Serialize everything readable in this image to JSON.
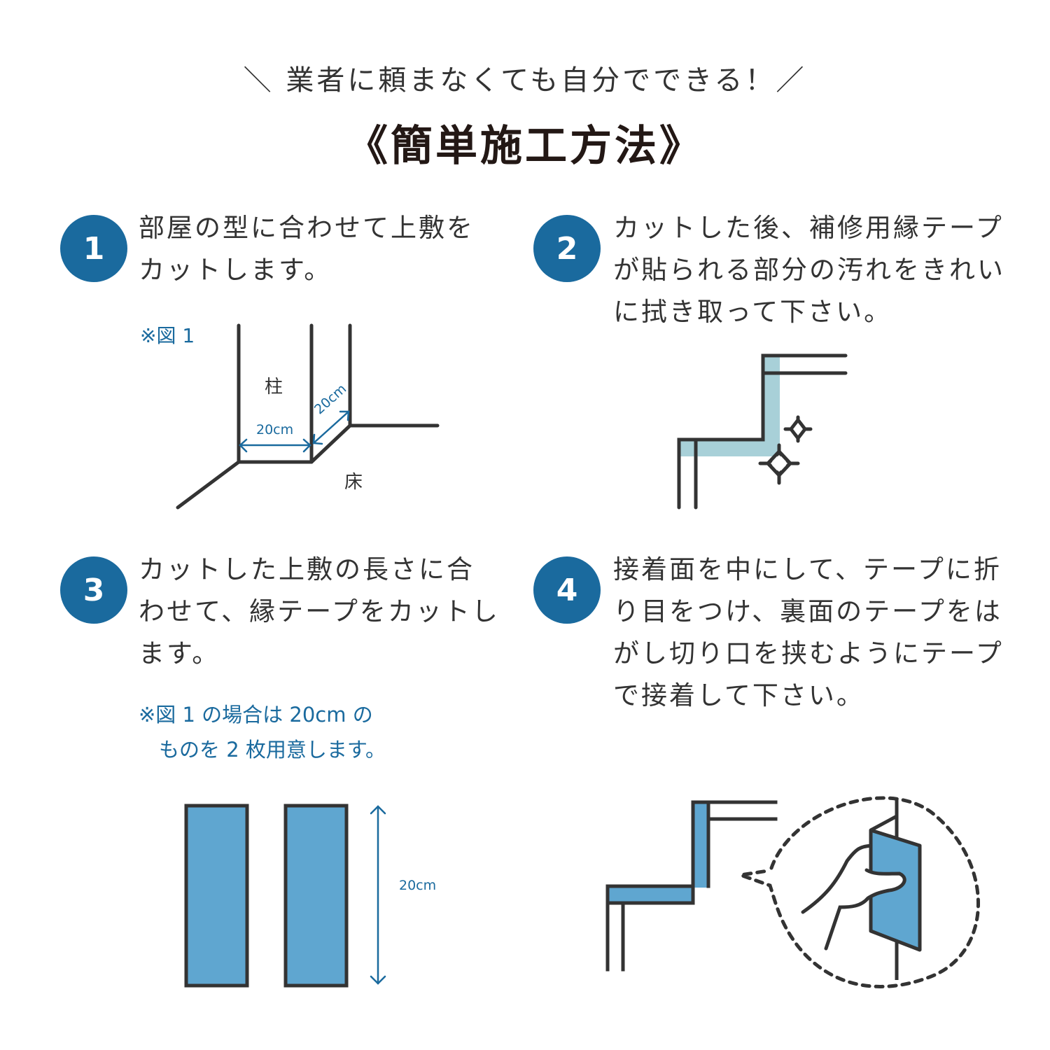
{
  "header": {
    "subtitle": "＼ 業者に頼まなくても自分でできる！／",
    "title": "《簡単施工方法》"
  },
  "colors": {
    "badge": "#1a6a9e",
    "accent_text": "#1a6a9e",
    "tape_blue": "#5fa6d0",
    "tape_light": "#a8d0d8",
    "line": "#333333"
  },
  "steps": [
    {
      "number": "1",
      "text": "部屋の型に合わせて上敷を\nカットします。",
      "figure": {
        "note": "※図 1",
        "label_pillar": "柱",
        "label_floor": "床",
        "dim_width": "20cm",
        "dim_depth": "20cm"
      }
    },
    {
      "number": "2",
      "text": "カットした後、補修用縁テープ\nが貼られる部分の汚れをきれい\nに拭き取って下さい。",
      "figure": {
        "icon": "sparkle-clean-icon"
      }
    },
    {
      "number": "3",
      "text": "カットした上敷の長さに合\nわせて、縁テープをカットし\nます。",
      "note": "※図 1 の場合は 20cm の\n　ものを 2 枚用意します。",
      "figure": {
        "dim_length": "20cm",
        "strips": 2
      }
    },
    {
      "number": "4",
      "text": "接着面を中にして、テープに折\nり目をつけ、裏面のテープをは\nがし切り口を挟むようにテープ\nで接着して下さい。",
      "figure": {
        "icon": "hand-folding-tape-icon"
      }
    }
  ]
}
